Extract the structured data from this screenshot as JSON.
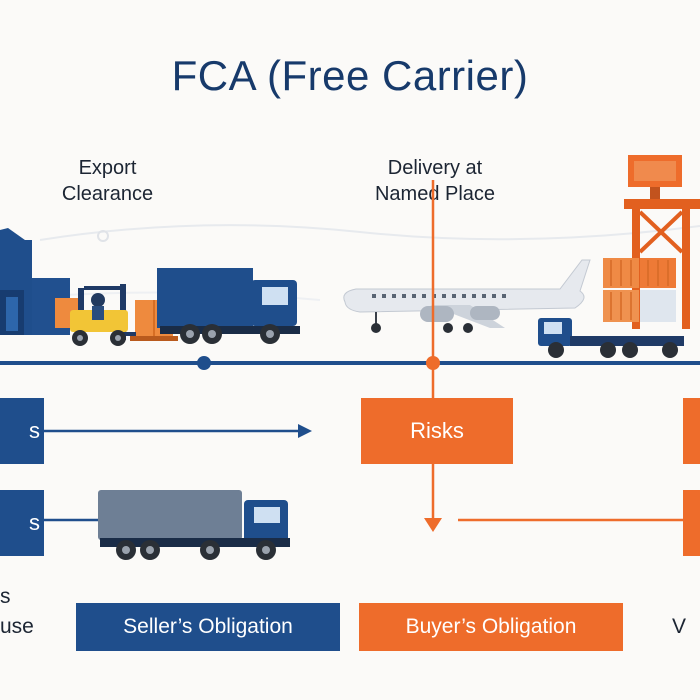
{
  "title": "FCA (Free Carrier)",
  "labels": {
    "export_clearance_line1": "Export",
    "export_clearance_line2": "Clearance",
    "delivery_line1": "Delivery at",
    "delivery_line2": "Named Place"
  },
  "boxes": {
    "left_top": "s",
    "left_bottom": "s",
    "risks": "Risks"
  },
  "left_cut_text": {
    "line1": "s",
    "line2": "use"
  },
  "legend": {
    "seller": "Seller’s Obligation",
    "buyer": "Buyer’s Obligation",
    "right_cut": "V"
  },
  "colors": {
    "navy": "#1f4e8c",
    "orange": "#ee6c2b",
    "title": "#173a6b"
  }
}
